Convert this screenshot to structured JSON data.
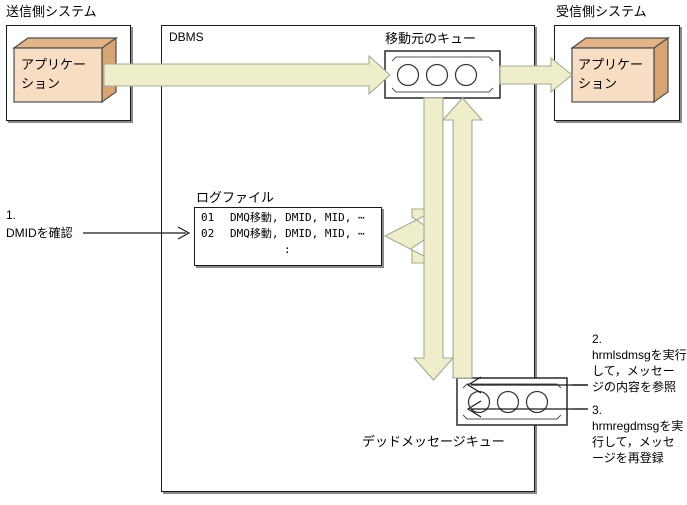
{
  "diagram": {
    "title_left": "送信側システム",
    "title_right": "受信側システム",
    "dbms_label": "DBMS",
    "source_queue_label": "移動元のキュー",
    "dead_queue_label": "デッドメッセージキュー",
    "logfile_label": "ログファイル",
    "app_left_line1": "アプリケー",
    "app_left_line2": "ション",
    "app_right_line1": "アプリケー",
    "app_right_line2": "ション"
  },
  "logfile": {
    "rows": [
      {
        "no": "01",
        "text": "DMQ移動, DMID, MID, ⋯"
      },
      {
        "no": "02",
        "text": "DMQ移動, DMID, MID, ⋯"
      }
    ],
    "continuation": ":"
  },
  "annotations": [
    {
      "number": "1.",
      "lines": [
        "DMIDを確認"
      ]
    },
    {
      "number": "2.",
      "lines": [
        "hrmlsdmsgを実行",
        "して，メッセー",
        "ジの内容を参照"
      ]
    },
    {
      "number": "3.",
      "lines": [
        "hrmregdmsgを実",
        "行して，メッセ",
        "ージを再登録"
      ]
    }
  ],
  "colors": {
    "arrow_fill": "#eeeecb",
    "arrow_stroke": "#a8a894",
    "box_face": "#f7ddc4",
    "box_top": "#e3b488",
    "box_side": "#d9a473",
    "box_stroke": "#4d4d4d",
    "line": "#1a1a1a",
    "shadow": "#8a8a8a"
  }
}
